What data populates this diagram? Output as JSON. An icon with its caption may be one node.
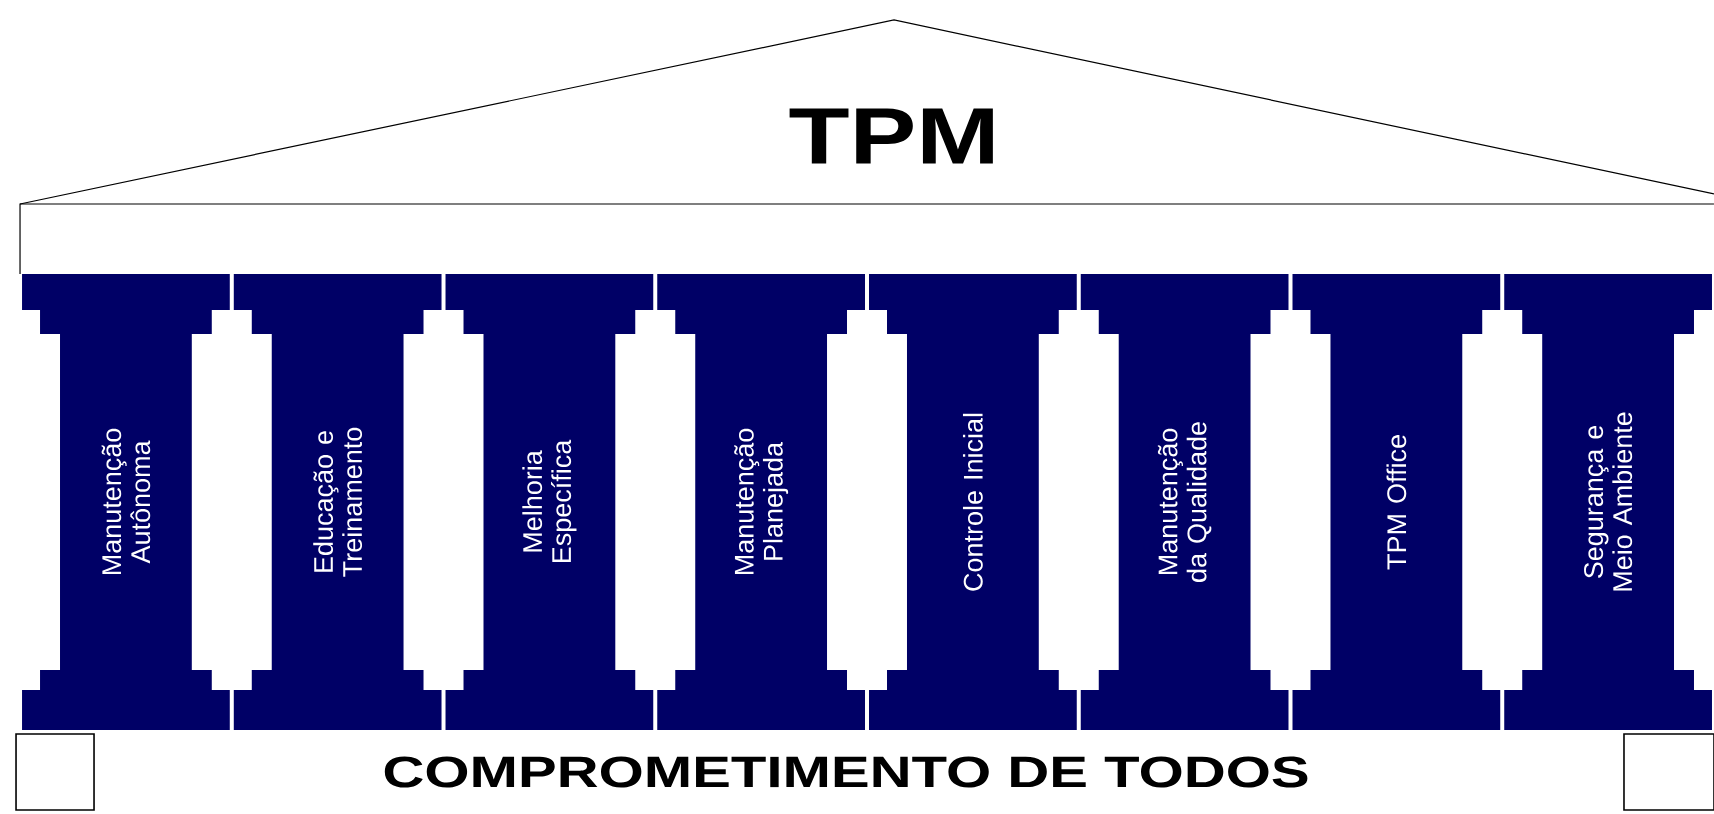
{
  "diagram": {
    "nodes": [
      {
        "text": [
          "TPM"
        ]
      },
      {
        "text": [
          "Manutenção Autônoma"
        ]
      },
      {
        "text": [
          "Educação e Treinamento"
        ]
      },
      {
        "text": [
          "Melhoria Específica"
        ]
      },
      {
        "text": [
          "Manutenção Planejada"
        ]
      },
      {
        "text": [
          "Controle Inicial"
        ]
      },
      {
        "text": [
          "Manutenção da Qualidade"
        ]
      },
      {
        "text": [
          "TPM Office"
        ]
      },
      {
        "text": [
          "Segurança e Meio Ambiente"
        ]
      },
      {
        "text": [
          "COMPROMETIMENTO DE TODOS"
        ]
      }
    ]
  }
}
